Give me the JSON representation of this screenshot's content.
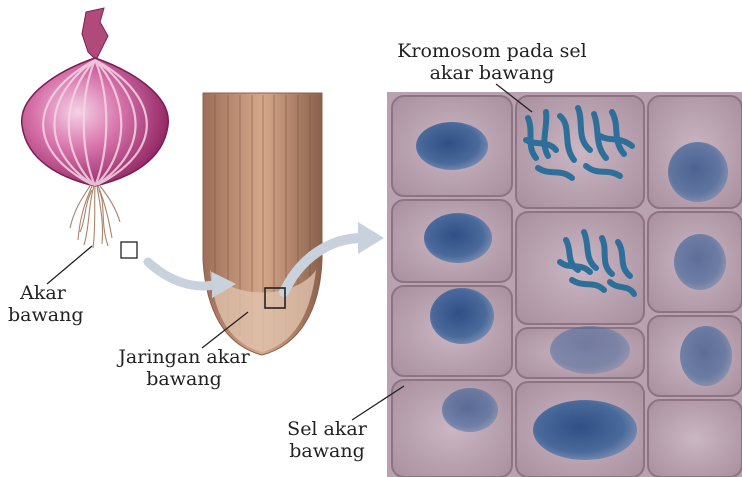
{
  "labels": {
    "onion_root": [
      "Akar",
      "bawang"
    ],
    "root_tissue": [
      "Jaringan akar",
      "bawang"
    ],
    "root_cell": [
      "Sel akar",
      "bawang"
    ],
    "chromosome": [
      "Kromosom pada sel",
      "akar bawang"
    ]
  },
  "colors": {
    "onion_outer": "#b3337a",
    "onion_inner": "#f2c6de",
    "root_tissue": "#c89a7e",
    "micrograph_bg": "#b9a2b0",
    "nucleus": "#3c5f93",
    "chromosome": "#2e6f9a",
    "arrow": "#c9d2dc",
    "leader_line": "#222222"
  }
}
